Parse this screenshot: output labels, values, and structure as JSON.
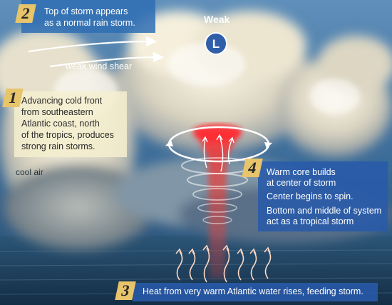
{
  "label_weak": "Weak",
  "label_shear": "weak wind shear",
  "label_cool_air": "cool air",
  "callouts": [
    {
      "number": "2",
      "lines": [
        "Top of storm appears",
        "as a normal rain storm."
      ]
    },
    {
      "number": "1",
      "lines": [
        "Advancing cold front",
        "from southeastern",
        "Atlantic coast, north",
        "of the tropics, produces",
        "strong rain storms."
      ]
    },
    {
      "number": "4",
      "lines": [
        "Warm core builds",
        "at center of storm",
        "Center begins to spin.",
        "Bottom and middle of system",
        "act as a tropical storm"
      ]
    },
    {
      "number": "3",
      "lines": [
        "Heat from very warm Atlantic water rises, feeding storm."
      ]
    }
  ],
  "low_pressure_symbol": "L",
  "colors": {
    "sky": "#3a6a96",
    "sea": "#1e3f5c",
    "cloud": "#e8e2d0",
    "warm_core": "#e8403a",
    "callout_blue": "#2f5fa8",
    "callout_cream": "#f4eecf",
    "number_tag": "#e8c46a"
  },
  "icons": [
    "low-pressure-icon",
    "wind-arrow-icon",
    "heat-wave-icon",
    "spin-ring-icon"
  ]
}
